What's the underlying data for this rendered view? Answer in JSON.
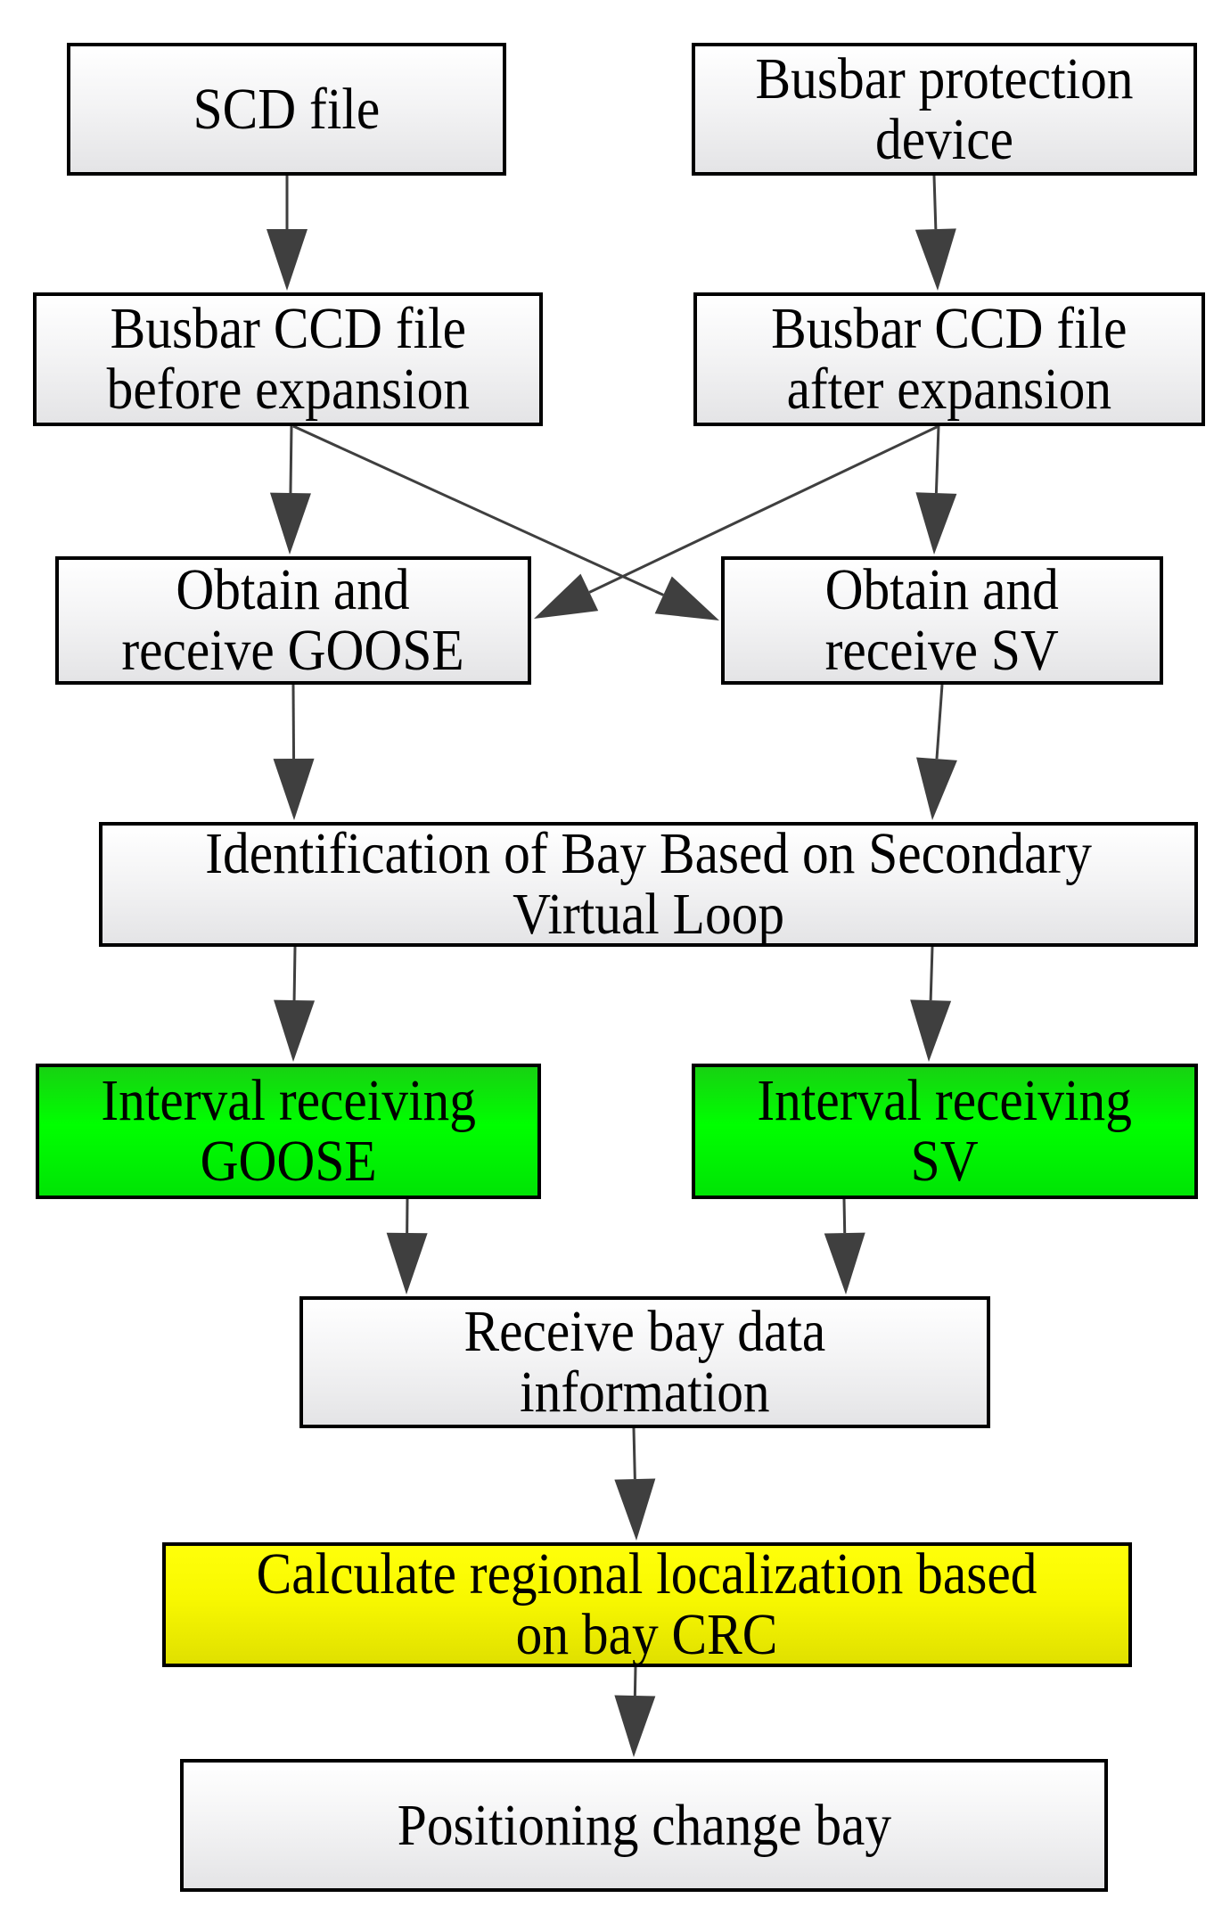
{
  "diagram_type": "flowchart",
  "colors": {
    "background": "#ffffff",
    "plain_fill_top": "#ffffff",
    "plain_fill_bottom": "#e4e4e6",
    "green_fill_top": "#17d212",
    "green_fill_mid": "#00ff00",
    "green_fill_bottom": "#00e405",
    "yellow_fill_top": "#ffff0a",
    "yellow_fill_bottom": "#e0e000",
    "border": "#000000",
    "arrow": "#3f3f3f",
    "text": "#000000"
  },
  "nodes": {
    "scd_file": {
      "label": "SCD file",
      "fill": "plain"
    },
    "busbar_protection_device": {
      "label": "Busbar protection\ndevice",
      "fill": "plain"
    },
    "ccd_before": {
      "label": "Busbar CCD file\nbefore expansion",
      "fill": "plain"
    },
    "ccd_after": {
      "label": "Busbar CCD file\nafter expansion",
      "fill": "plain"
    },
    "obtain_goose": {
      "label": "Obtain and\nreceive GOOSE",
      "fill": "plain"
    },
    "obtain_sv": {
      "label": "Obtain and\nreceive SV",
      "fill": "plain"
    },
    "identify_bay": {
      "label": "Identification of Bay Based on Secondary\nVirtual Loop",
      "fill": "plain"
    },
    "interval_goose": {
      "label": "Interval receiving\nGOOSE",
      "fill": "green"
    },
    "interval_sv": {
      "label": "Interval receiving\nSV",
      "fill": "green"
    },
    "receive_bay_data": {
      "label": "Receive bay data\ninformation",
      "fill": "plain"
    },
    "calc_regional": {
      "label": "Calculate regional localization based\non bay CRC",
      "fill": "yellow"
    },
    "positioning": {
      "label": "Positioning change bay",
      "fill": "plain"
    }
  },
  "edges": [
    {
      "from": "scd_file",
      "to": "ccd_before"
    },
    {
      "from": "busbar_protection_device",
      "to": "ccd_after"
    },
    {
      "from": "ccd_before",
      "to": "obtain_goose"
    },
    {
      "from": "ccd_after",
      "to": "obtain_sv"
    },
    {
      "from": "ccd_before",
      "to": "obtain_sv"
    },
    {
      "from": "ccd_after",
      "to": "obtain_goose"
    },
    {
      "from": "obtain_goose",
      "to": "identify_bay"
    },
    {
      "from": "obtain_sv",
      "to": "identify_bay"
    },
    {
      "from": "identify_bay",
      "to": "interval_goose"
    },
    {
      "from": "identify_bay",
      "to": "interval_sv"
    },
    {
      "from": "interval_goose",
      "to": "receive_bay_data"
    },
    {
      "from": "interval_sv",
      "to": "receive_bay_data"
    },
    {
      "from": "receive_bay_data",
      "to": "calc_regional"
    },
    {
      "from": "calc_regional",
      "to": "positioning"
    }
  ]
}
